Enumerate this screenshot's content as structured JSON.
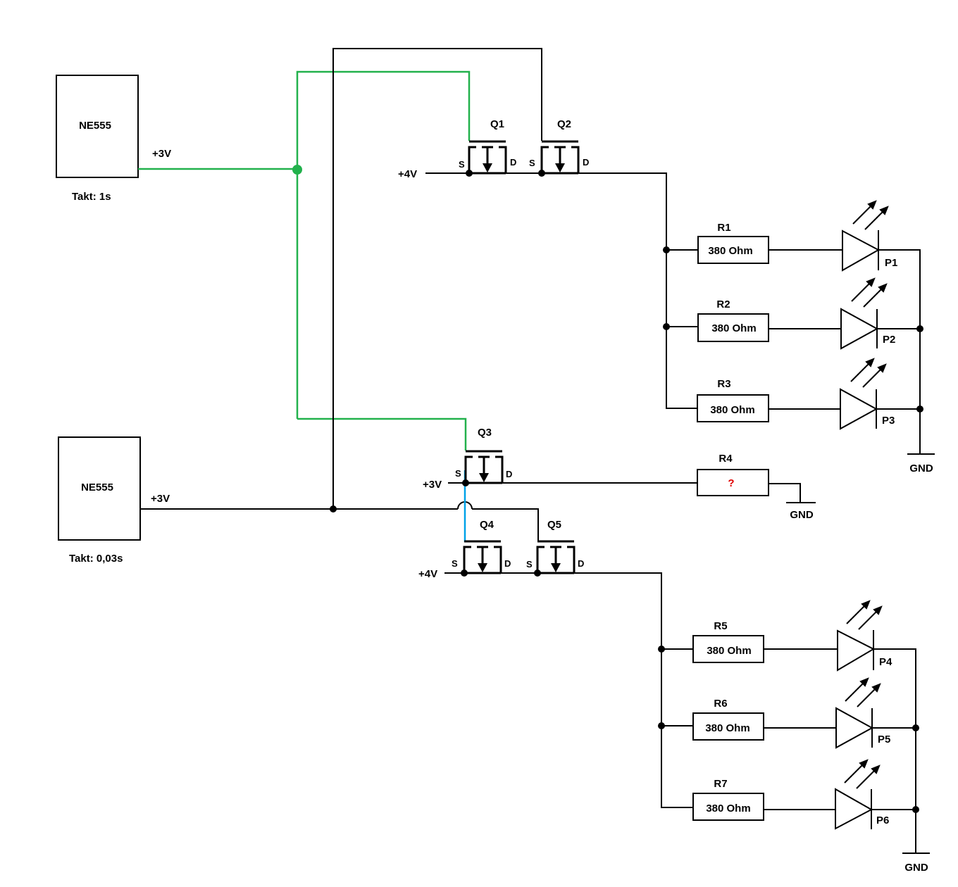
{
  "timers": [
    {
      "label": "NE555",
      "out": "+3V",
      "takt": "Takt: 1s"
    },
    {
      "label": "NE555",
      "out": "+3V",
      "takt": "Takt: 0,03s"
    }
  ],
  "supplies": {
    "q1": "+4V",
    "q3": "+3V",
    "q4": "+4V"
  },
  "transistors": [
    "Q1",
    "Q2",
    "Q3",
    "Q4",
    "Q5"
  ],
  "pins": {
    "s": "S",
    "d": "D"
  },
  "resistors": [
    {
      "name": "R1",
      "value": "380 Ohm"
    },
    {
      "name": "R2",
      "value": "380 Ohm"
    },
    {
      "name": "R3",
      "value": "380 Ohm"
    },
    {
      "name": "R4",
      "value": "?"
    },
    {
      "name": "R5",
      "value": "380 Ohm"
    },
    {
      "name": "R6",
      "value": "380 Ohm"
    },
    {
      "name": "R7",
      "value": "380 Ohm"
    }
  ],
  "leds": [
    "P1",
    "P2",
    "P3",
    "P4",
    "P5",
    "P6"
  ],
  "ground": "GND",
  "colors": {
    "wire": "#000000",
    "green": "#22b14c",
    "blue": "#00a2e8",
    "unknown": "#e00000"
  }
}
